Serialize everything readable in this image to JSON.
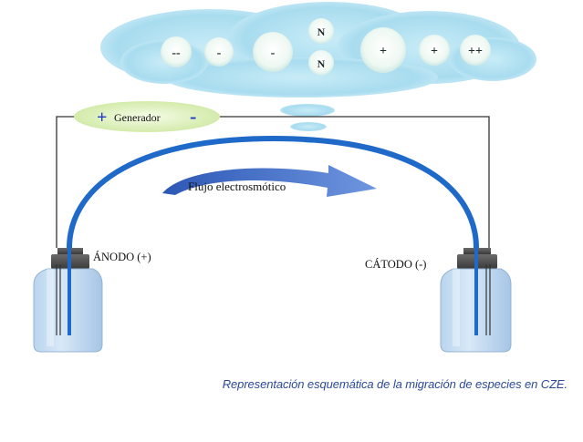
{
  "colors": {
    "cloud": "#a8dcef",
    "bubble": "#eef8f2",
    "tube": "#1f69c8",
    "wire": "#333333",
    "arrow": "#1c52b3",
    "generator_fill": "#e9f6c9",
    "generator_sign": "#1d3ec0",
    "caption": "#2a4a99"
  },
  "species": {
    "neg2": "--",
    "neg1a": "-",
    "neg1b": "-",
    "neutral_top": "N",
    "neutral_bottom": "N",
    "pos1a": "+",
    "pos1b": "+",
    "pos2": "++"
  },
  "generator": {
    "plus": "+",
    "label": "Generador",
    "minus": "-"
  },
  "flow_label": "Flujo electrosmótico",
  "anode_label": "ÁNODO (+)",
  "cathode_label": "CÁTODO (-)",
  "caption": "Representación esquemática de la migración de especies en CZE."
}
